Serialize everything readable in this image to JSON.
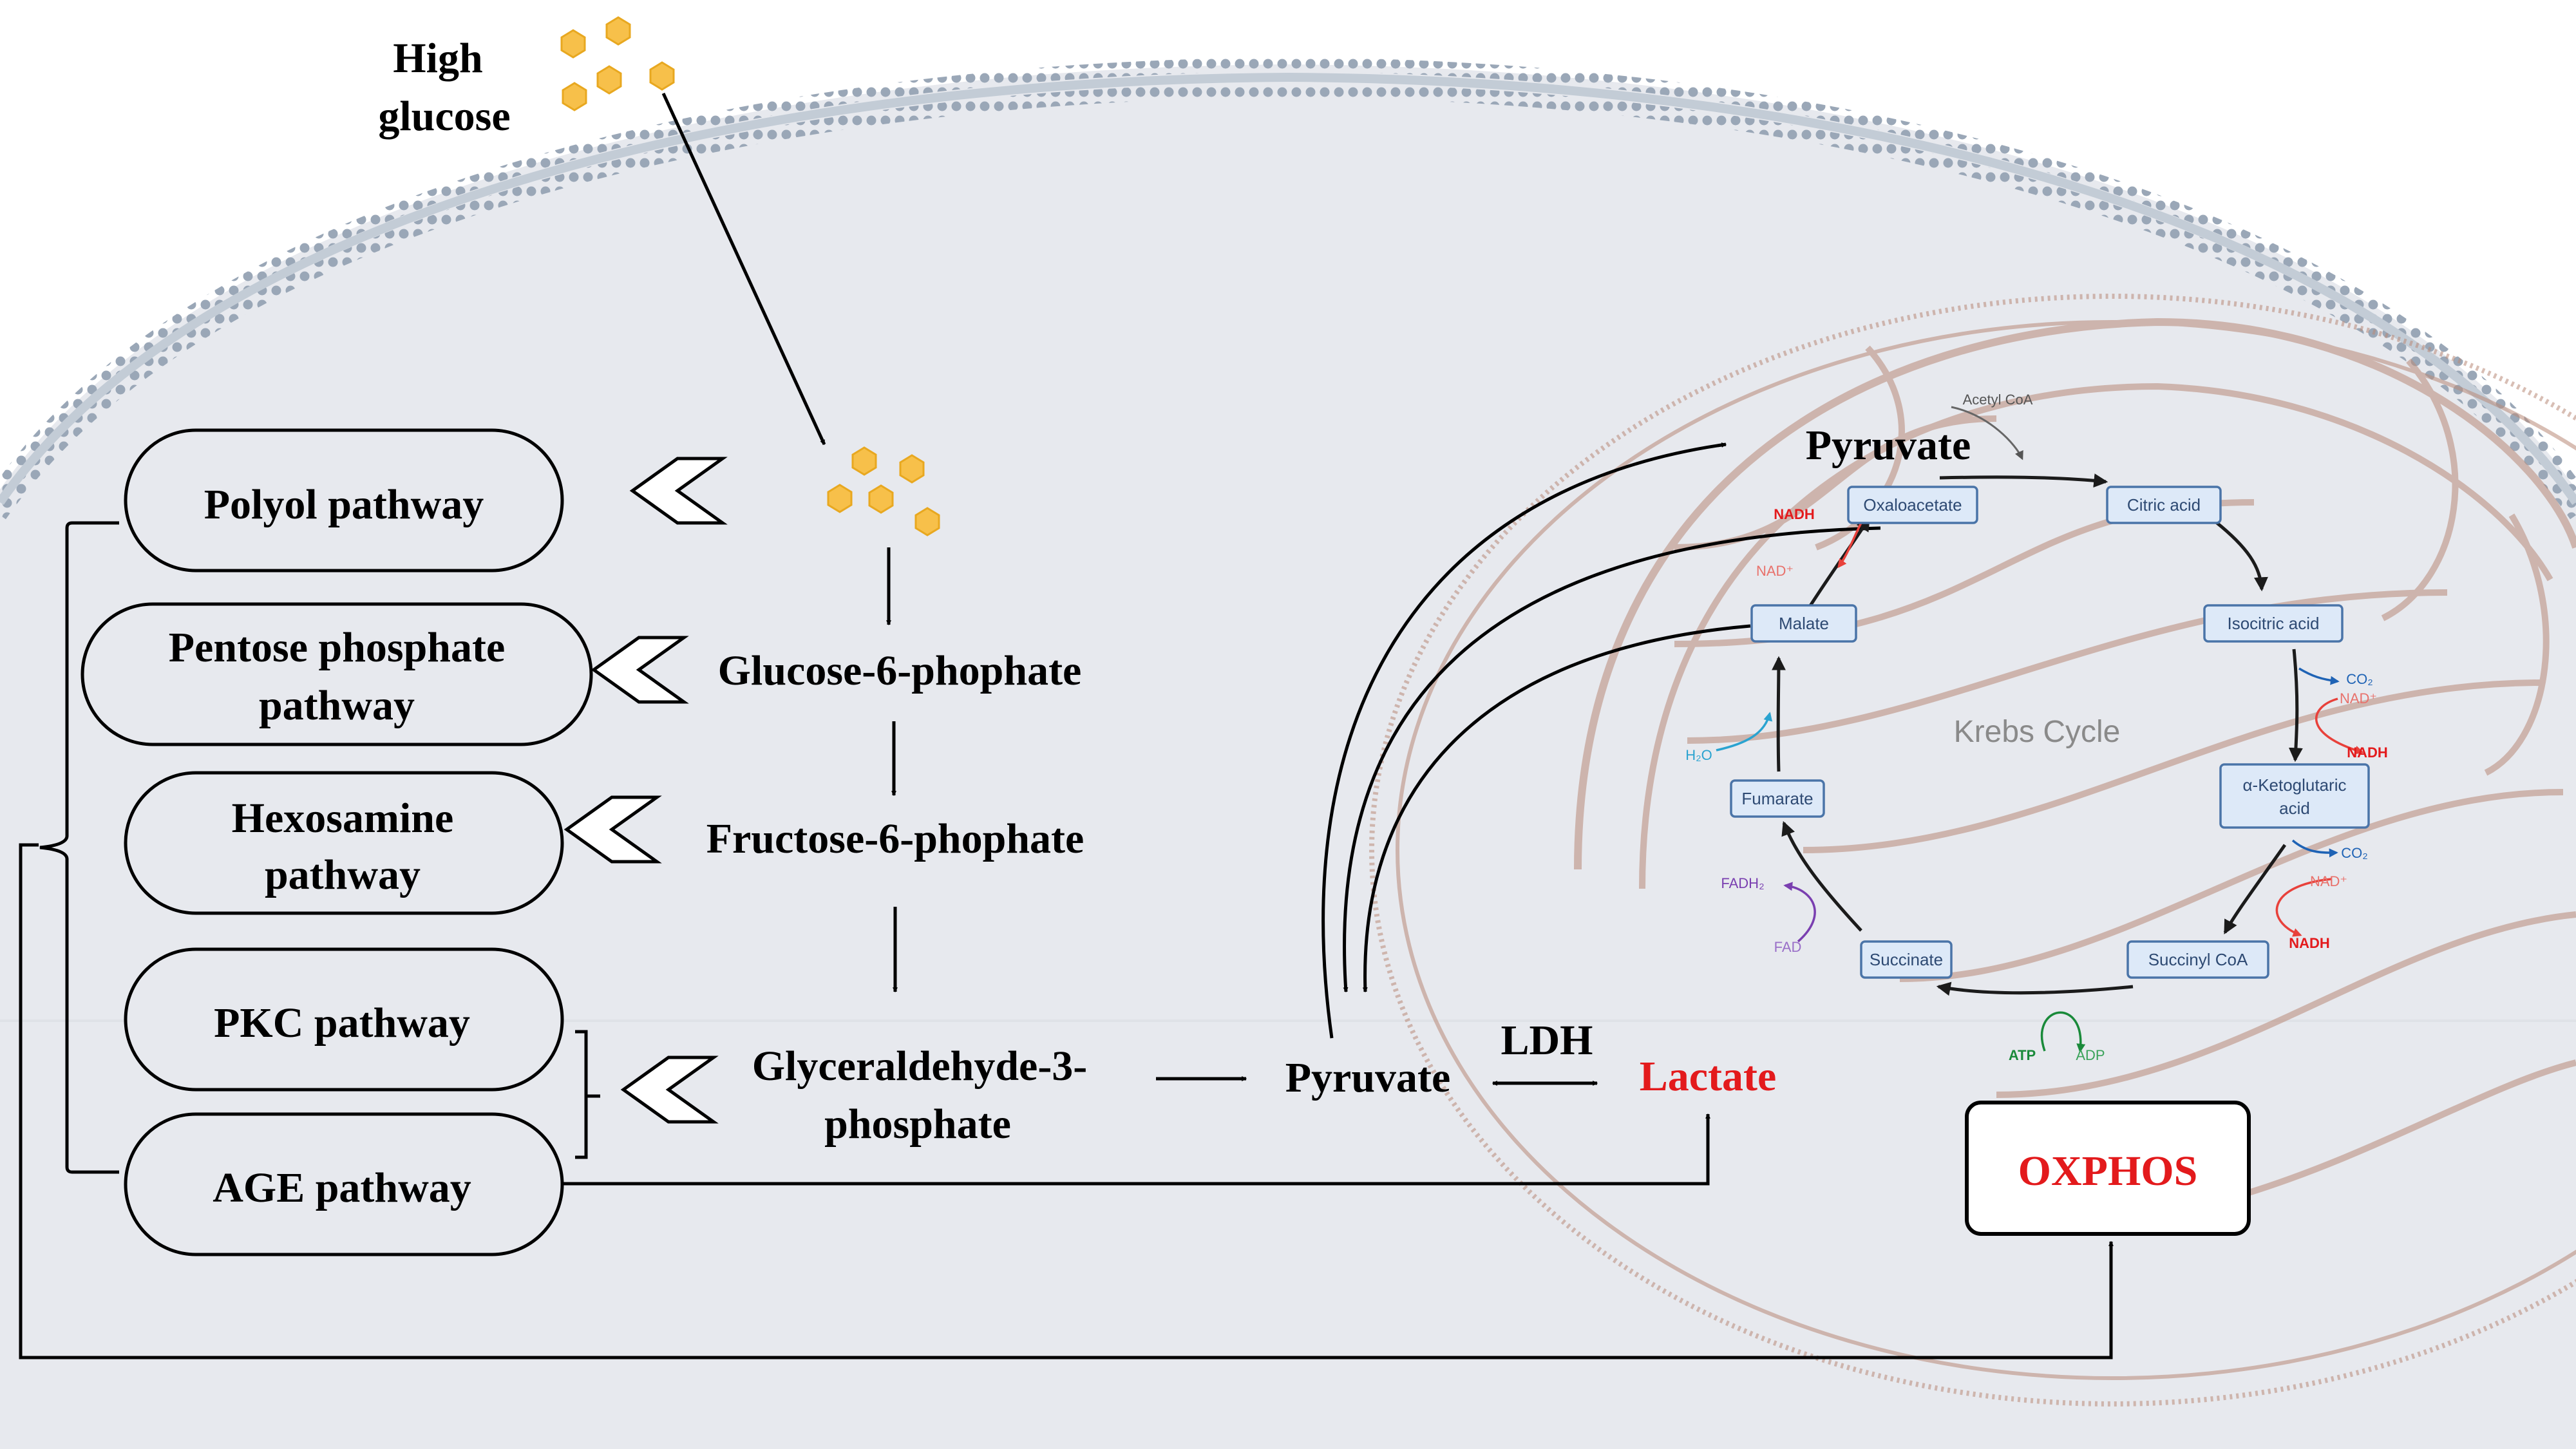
{
  "input": {
    "line1": "High",
    "line2": "glucose"
  },
  "pathways": {
    "polyol": "Polyol pathway",
    "pentose_l1": "Pentose phosphate",
    "pentose_l2": "pathway",
    "hexosamine_l1": "Hexosamine",
    "hexosamine_l2": "pathway",
    "pkc": "PKC pathway",
    "age": "AGE pathway"
  },
  "glycolysis": {
    "g6p": "Glucose-6-phophate",
    "f6p": "Fructose-6-phophate",
    "g3p_l1": "Glyceraldehyde-3-",
    "g3p_l2": "phosphate",
    "pyruvate": "Pyruvate",
    "ldh": "LDH",
    "lactate": "Lactate"
  },
  "mito": {
    "pyruvate": "Pyruvate",
    "oxphos": "OXPHOS",
    "krebs_title": "Krebs Cycle",
    "acetyl_coa": "Acetyl CoA",
    "oxaloacetate": "Oxaloacetate",
    "citric_acid": "Citric acid",
    "isocitric_acid": "Isocitric acid",
    "akg_l1": "α-Ketoglutaric",
    "akg_l2": "acid",
    "succinyl_coa": "Succinyl CoA",
    "succinate": "Succinate",
    "fumarate": "Fumarate",
    "malate": "Malate",
    "nadh": "NADH",
    "nad_plus": "NAD⁺",
    "co2": "CO₂",
    "atp": "ATP",
    "adp": "ADP",
    "fadh2": "FADH₂",
    "fad": "FAD",
    "h2o": "H₂O"
  },
  "colors": {
    "background": "#e7e9ee",
    "membrane": "#9aa7b7",
    "glucose": "#f7c04a",
    "lactate": "#e31a1c",
    "mito_outline": "#b98a78",
    "krebs_box_fill": "#dde9f8",
    "krebs_box_stroke": "#4a74a8"
  }
}
